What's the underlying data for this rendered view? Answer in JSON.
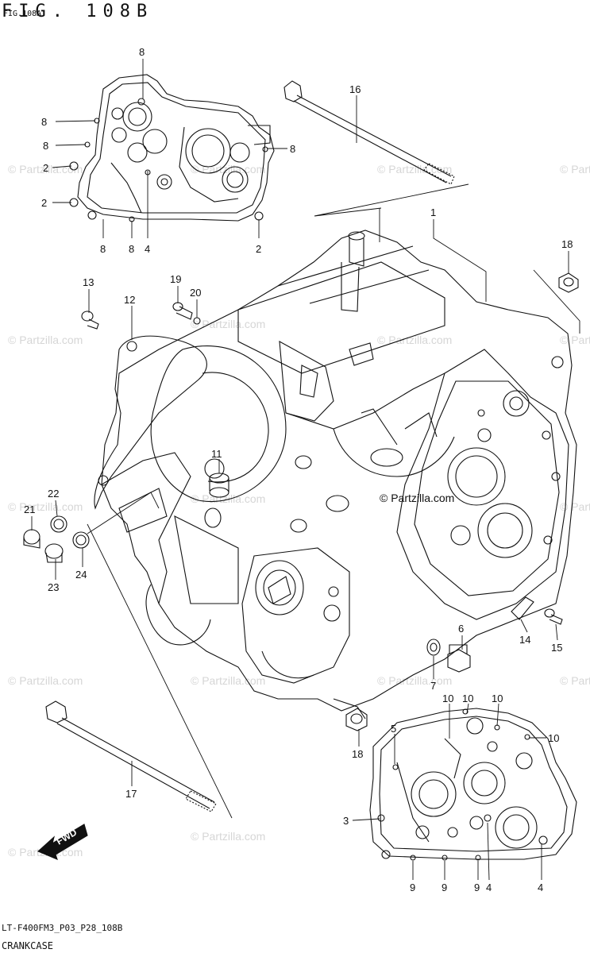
{
  "header": {
    "title": "FIG. 108B",
    "subtitle": "FIG.108A"
  },
  "footer": {
    "code": "LT-F400FM3_P03_P28_108B",
    "name": "CRANKCASE"
  },
  "watermark": "© Partzilla.com",
  "fwd_label": "FWD",
  "callouts": {
    "c1": "1",
    "c2a": "2",
    "c2b": "2",
    "c2c": "2",
    "c3": "3",
    "c4a": "4",
    "c4b": "4",
    "c4c": "4",
    "c5": "5",
    "c6": "6",
    "c7": "7",
    "c8a": "8",
    "c8b": "8",
    "c8c": "8",
    "c8d": "8",
    "c8e": "8",
    "c8f": "8",
    "c9a": "9",
    "c9b": "9",
    "c9c": "9",
    "c10a": "10",
    "c10b": "10",
    "c10c": "10",
    "c10d": "10",
    "c11": "11",
    "c12": "12",
    "c13": "13",
    "c14": "14",
    "c15": "15",
    "c16": "16",
    "c17": "17",
    "c18a": "18",
    "c18b": "18",
    "c19": "19",
    "c20": "20",
    "c21": "21",
    "c22": "22",
    "c23": "23",
    "c24": "24"
  }
}
